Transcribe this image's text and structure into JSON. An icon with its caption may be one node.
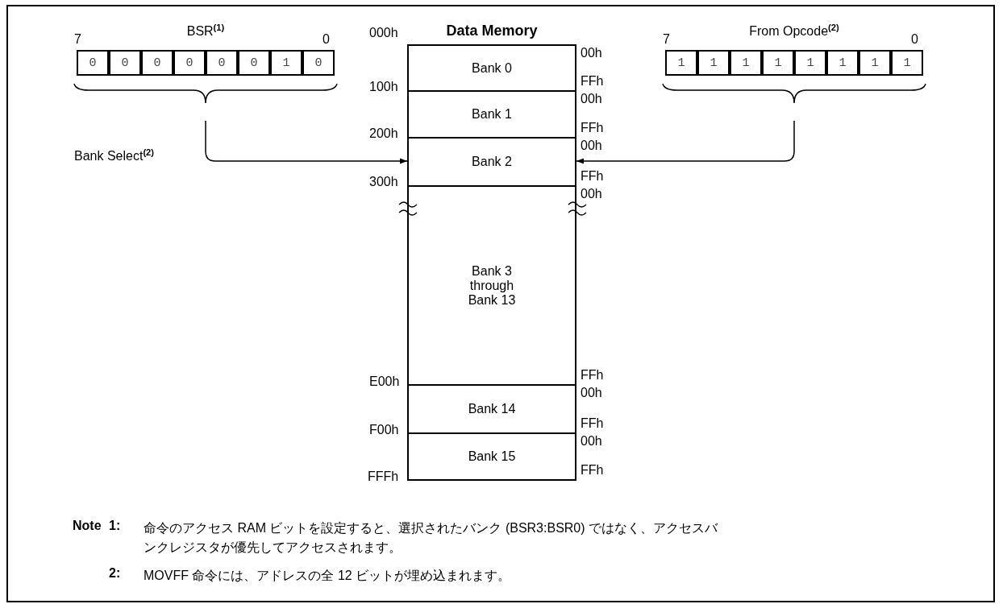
{
  "diagram": {
    "nodes": [
      {
        "text": [
          "BSR$^{(1)}$"
        ]
      },
      {
        "text": [
          "0"
        ],
        "in": 0
      },
      {
        "text": [
          "0"
        ],
        "in": 0
      },
      {
        "text": [
          "0"
        ],
        "in": 0
      },
      {
        "text": [
          "0"
        ],
        "in": 0
      },
      {
        "text": [
          "0"
        ],
        "in": 0
      },
      {
        "text": [
          "0"
        ],
        "in": 0
      },
      {
        "text": [
          "1"
        ],
        "in": 0
      },
      {
        "text": [
          "0"
        ],
        "in": 0
      },
      {
        "text": [
          "From Opcode$^{(2)}$"
        ]
      },
      {
        "text": [
          "1"
        ],
        "in": 9
      },
      {
        "text": [
          "1"
        ],
        "in": 9
      },
      {
        "text": [
          "1"
        ],
        "in": 9
      },
      {
        "text": [
          "1"
        ],
        "in": 9
      },
      {
        "text": [
          "1"
        ],
        "in": 9
      },
      {
        "text": [
          "1"
        ],
        "in": 9
      },
      {
        "text": [
          "1"
        ],
        "in": 9
      },
      {
        "text": [
          "1"
        ],
        "in": 9
      },
      {
        "text": [
          "Data Memory"
        ]
      },
      {
        "text": [
          "Bank 0"
        ],
        "in": 18,
        "beside": [
          "00h",
          "FFh"
        ]
      },
      {
        "text": [
          "Bank 1"
        ],
        "in": 18,
        "beside": [
          "00h",
          "FFh"
        ]
      },
      {
        "text": [
          "Bank 2"
        ],
        "in": 18,
        "beside": [
          "00h",
          "FFh"
        ]
      },
      {
        "text": [
          "Bank 3 through Bank 13"
        ],
        "in": 18,
        "beside": [
          "00h",
          "FFh"
        ]
      },
      {
        "text": [
          "Bank 14"
        ],
        "in": 18,
        "beside": [
          "00h",
          "FFh"
        ]
      },
      {
        "text": [
          "Bank 15"
        ],
        "in": 18,
        "beside": [
          "00h",
          "FFh"
        ]
      }
    ],
    "edges": [
      {
        "from": 0,
        "to": 21,
        "arrow": "to"
      },
      {
        "from": 9,
        "to": 21,
        "arrow": "to"
      }
    ],
    "labels": [
      "7",
      "0",
      "Bank Select$^{(2)}$",
      "7",
      "0",
      "000h",
      "100h",
      "200h",
      "300h",
      "E00h",
      "F00h",
      "FFFh",
      "Note",
      "1:",
      "命令のアクセス RAM ビットを設定すると、選択されたバンク (BSR3:BSR0) ではなく、アクセスバンクレジスタが優先してアクセスされます。",
      "2:",
      "MOVFF 命令には、アドレスの全 12 ビットが埋め込まれます。"
    ]
  }
}
